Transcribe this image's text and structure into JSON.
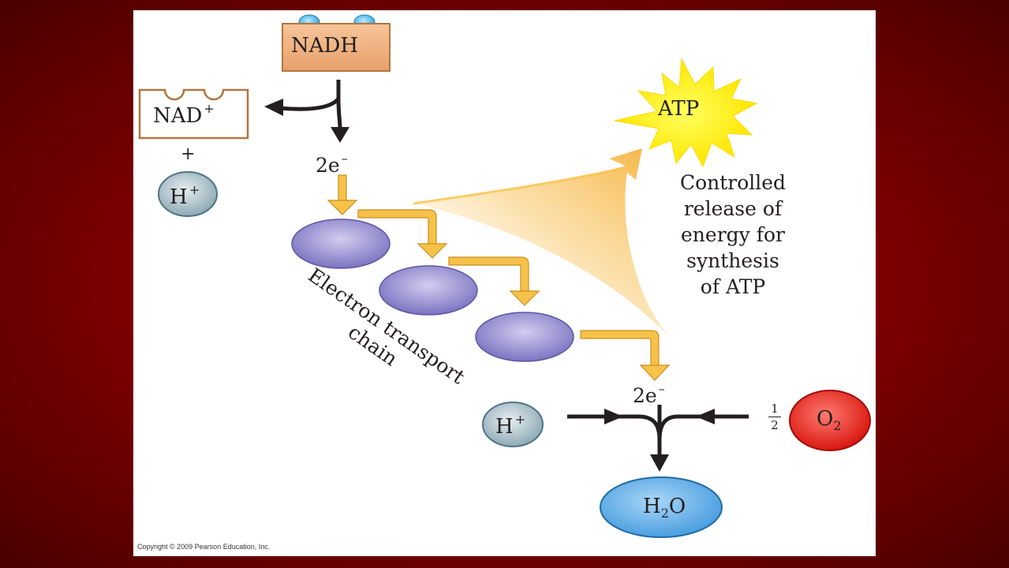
{
  "labels": {
    "nadh": "NADH",
    "nad": "NAD",
    "nad_charge": "+",
    "plus": "+",
    "h_ion": "H",
    "h_ion_charge": "+",
    "electrons_top": "2e",
    "electrons_bottom": "2e",
    "electron_charge": "–",
    "atp": "ATP",
    "energy_release": [
      "Controlled",
      "release of",
      "energy for",
      "synthesis",
      "of ATP"
    ],
    "etc": [
      "Electron transport",
      "chain"
    ],
    "h_ion_bottom": "H",
    "h_ion_bottom_charge": "+",
    "half_num": "1",
    "half_den": "2",
    "oxygen": "O",
    "oxygen_sub": "2",
    "water_h": "H",
    "water_sub": "2",
    "water_o": "O",
    "copyright": "Copyright © 2009 Pearson Education, Inc."
  },
  "colors": {
    "frame": "#7a0000",
    "carrier_purple": "#8e86cc",
    "arrow_yellow": "#f7c24a",
    "starburst": "#ffee20",
    "h_ion": "#a9c0c9",
    "oxygen": "#e82820",
    "water": "#5aa8e6",
    "nadh_box": "#f0b07a"
  }
}
